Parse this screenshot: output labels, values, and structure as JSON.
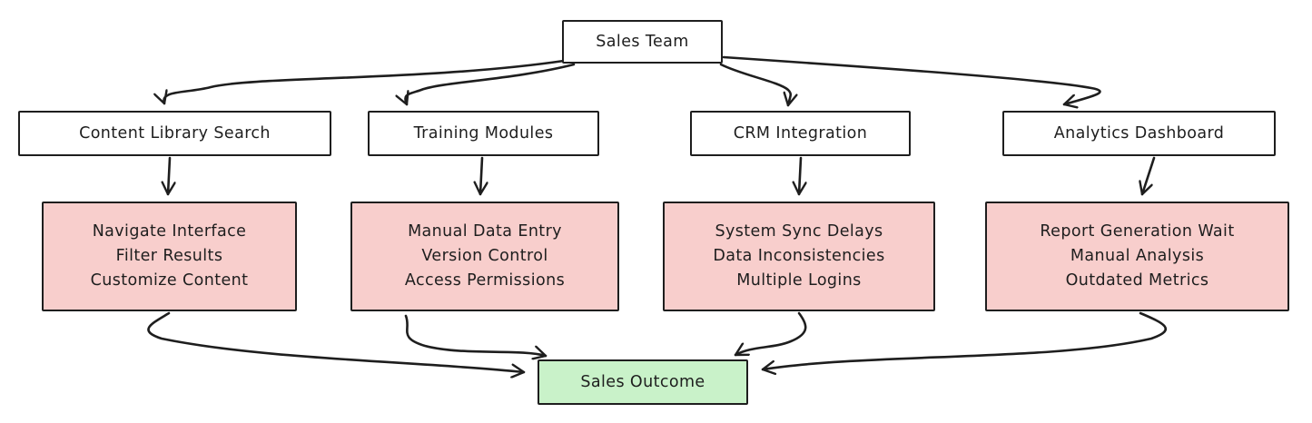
{
  "diagram": {
    "root": {
      "label": "Sales Team"
    },
    "tools": [
      {
        "label": "Content Library Search"
      },
      {
        "label": "Training Modules"
      },
      {
        "label": "CRM Integration"
      },
      {
        "label": "Analytics Dashboard"
      }
    ],
    "pain_points": [
      {
        "lines": [
          "Navigate Interface",
          "Filter Results",
          "Customize Content"
        ]
      },
      {
        "lines": [
          "Manual Data Entry",
          "Version Control",
          "Access Permissions"
        ]
      },
      {
        "lines": [
          "System Sync Delays",
          "Data Inconsistencies",
          "Multiple Logins"
        ]
      },
      {
        "lines": [
          "Report Generation Wait",
          "Manual Analysis",
          "Outdated Metrics"
        ]
      }
    ],
    "outcome": {
      "label": "Sales Outcome"
    },
    "colors": {
      "node_fill": "#ffffff",
      "pain_fill": "#f8cecc",
      "outcome_fill": "#c9f2c9",
      "stroke": "#1e1e1e"
    },
    "edges": [
      {
        "from": "Sales Team",
        "to": "Content Library Search"
      },
      {
        "from": "Sales Team",
        "to": "Training Modules"
      },
      {
        "from": "Sales Team",
        "to": "CRM Integration"
      },
      {
        "from": "Sales Team",
        "to": "Analytics Dashboard"
      },
      {
        "from": "Content Library Search",
        "to": "Navigate Interface / Filter Results / Customize Content"
      },
      {
        "from": "Training Modules",
        "to": "Manual Data Entry / Version Control / Access Permissions"
      },
      {
        "from": "CRM Integration",
        "to": "System Sync Delays / Data Inconsistencies / Multiple Logins"
      },
      {
        "from": "Analytics Dashboard",
        "to": "Report Generation Wait / Manual Analysis / Outdated Metrics"
      },
      {
        "from": "Navigate Interface / Filter Results / Customize Content",
        "to": "Sales Outcome"
      },
      {
        "from": "Manual Data Entry / Version Control / Access Permissions",
        "to": "Sales Outcome"
      },
      {
        "from": "System Sync Delays / Data Inconsistencies / Multiple Logins",
        "to": "Sales Outcome"
      },
      {
        "from": "Report Generation Wait / Manual Analysis / Outdated Metrics",
        "to": "Sales Outcome"
      }
    ]
  }
}
